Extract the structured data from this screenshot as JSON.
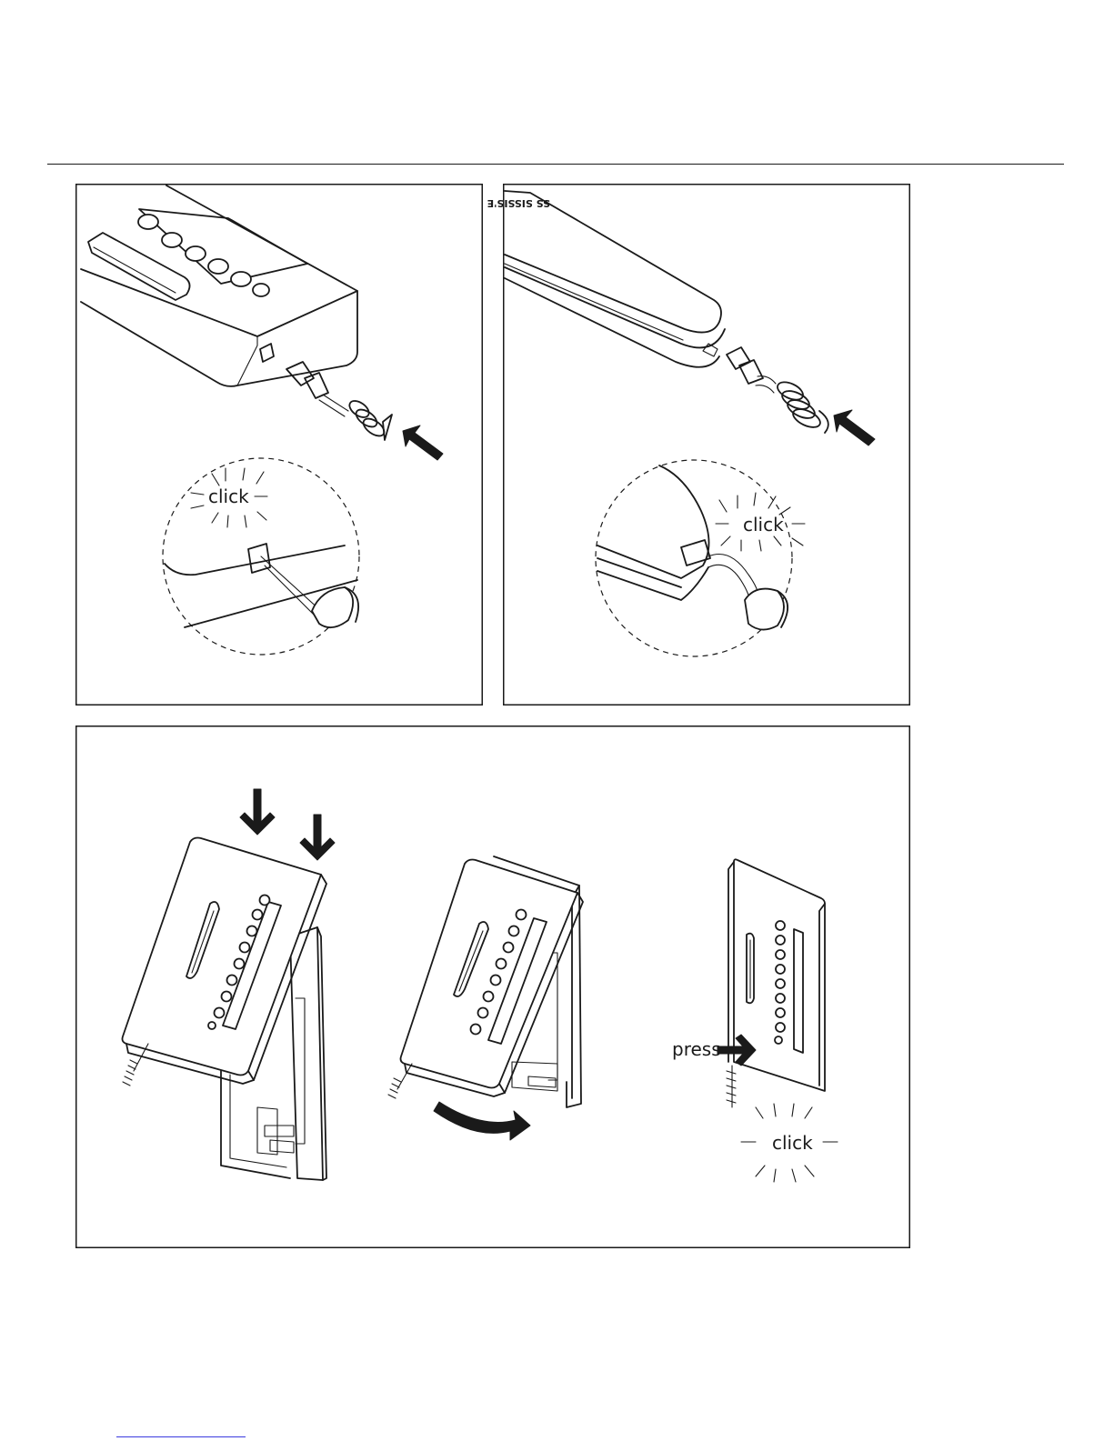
{
  "panel_top_left": {
    "click_text": "click"
  },
  "panel_top_right": {
    "handset_lettering": "SS SISSIS'E",
    "click_text": "click"
  },
  "panel_bottom": {
    "press_text": "press",
    "click_text": "click"
  },
  "icons": [
    "arrow-icon",
    "down-arrow-icon",
    "curved-arrow-icon",
    "click-burst-icon",
    "magnifier-circle-icon"
  ]
}
